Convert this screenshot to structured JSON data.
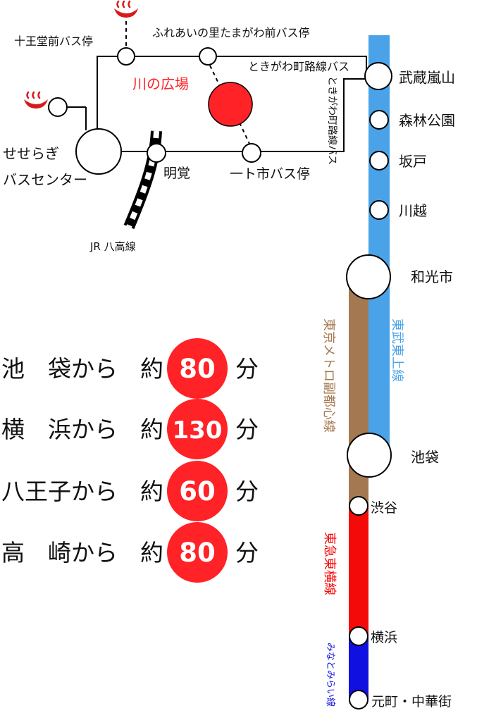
{
  "colors": {
    "tobu": "#4aa3e8",
    "fukutoshin": "#a47850",
    "toyoko": "#f50a0a",
    "minatomirai": "#1010e0",
    "highlight": "#ff2226",
    "onsen": "#d81a1a",
    "road": "#000000"
  },
  "icons": {
    "onsen": "hot-spring-icon"
  },
  "local_map": {
    "highlight_place": "川の広場",
    "bus_stops": {
      "juodo": "十王堂前バス停",
      "fureai": "ふれあいの里たまがわ前バス停",
      "ichinoichi": "一ト市バス停"
    },
    "center": {
      "line1": "せせらぎ",
      "line2": "バスセンター"
    },
    "myokaku": "明覚",
    "jr_line": "JR 八高線",
    "bus_route_top": "ときがわ町路線バス",
    "bus_route_side": "ときがわ町路線バス"
  },
  "rail": {
    "stations": {
      "musashi_ranzan": "武蔵嵐山",
      "shinrin_koen": "森林公園",
      "sakado": "坂戸",
      "kawagoe": "川越",
      "wakoshi": "和光市",
      "ikebukuro": "池袋",
      "shibuya": "渋谷",
      "yokohama": "横浜",
      "motomachi": "元町・中華街"
    },
    "lines": {
      "tobu": "東武東上線",
      "fukutoshin": "東京メトロ副都心線",
      "toyoko": "東急東横線",
      "minatomirai": "みなとみらい線"
    }
  },
  "travel_times": [
    {
      "origin": "池　袋から",
      "prefix": "約",
      "minutes": "80",
      "unit": "分"
    },
    {
      "origin": "横　浜から",
      "prefix": "約",
      "minutes": "130",
      "unit": "分"
    },
    {
      "origin": "八王子から",
      "prefix": "約",
      "minutes": "60",
      "unit": "分"
    },
    {
      "origin": "高　崎から",
      "prefix": "約",
      "minutes": "80",
      "unit": "分"
    }
  ]
}
